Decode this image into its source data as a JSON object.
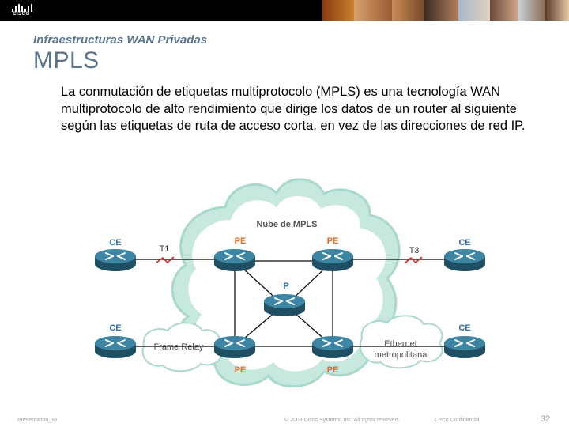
{
  "header": {
    "logo_text": "CISCO"
  },
  "slide": {
    "subtitle": "Infraestructuras WAN Privadas",
    "title": "MPLS",
    "body": "La conmutación de etiquetas multiprotocolo (MPLS) es una tecnología WAN multiprotocolo de alto rendimiento que dirige los datos de un router al siguiente según las etiquetas de ruta de acceso corta, en vez de las direcciones de red IP."
  },
  "diagram": {
    "cloud_label": "Nube de MPLS",
    "labels": {
      "ce_top_left": "CE",
      "pe_top_left": "PE",
      "pe_top_right": "PE",
      "ce_top_right": "CE",
      "p_center": "P",
      "ce_bottom_left": "CE",
      "ce_bottom_right": "CE",
      "pe_bottom_left": "PE",
      "pe_bottom_right": "PE",
      "t1": "T1",
      "t3": "T3",
      "frame_relay": "Frame Relay",
      "ethernet_line1": "Ethernet",
      "ethernet_line2": "metropolitana"
    },
    "colors": {
      "ce": "#2a6fb0",
      "pe": "#e46e2a",
      "p": "#2a6fb0",
      "router": "#2f6c84",
      "cloud": "#bfe3da",
      "link_red": "#d62020"
    }
  },
  "footer": {
    "presentation_id": "Presentation_ID",
    "copyright": "© 2008 Cisco Systems, Inc. All rights reserved.",
    "confidential": "Cisco Confidential",
    "page": "32"
  }
}
